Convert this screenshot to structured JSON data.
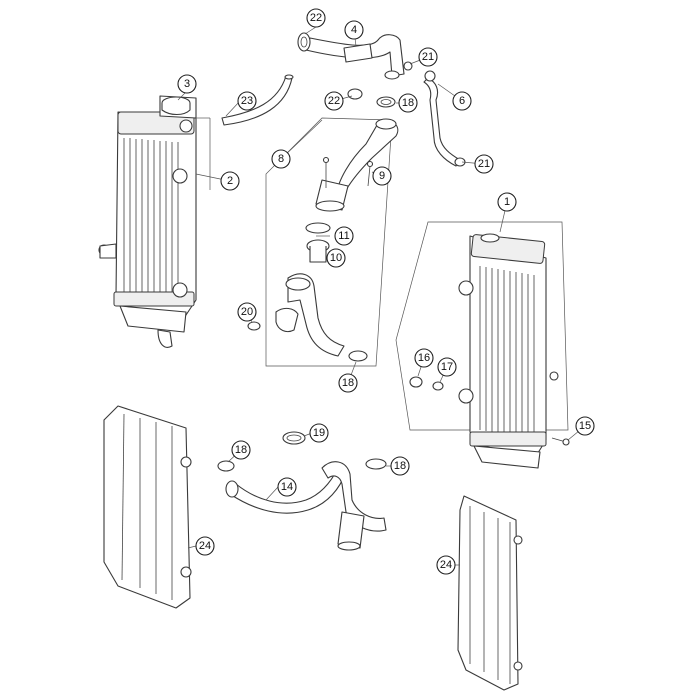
{
  "callouts": {
    "c1": "1",
    "c2": "2",
    "c3": "3",
    "c4": "4",
    "c6": "6",
    "c8": "8",
    "c9": "9",
    "c10": "10",
    "c11": "11",
    "c14": "14",
    "c15": "15",
    "c16": "16",
    "c17": "17",
    "c18a": "18",
    "c18b": "18",
    "c18c": "18",
    "c18d": "18",
    "c19": "19",
    "c20": "20",
    "c21a": "21",
    "c21b": "21",
    "c22a": "22",
    "c22b": "22",
    "c23": "23",
    "c24a": "24",
    "c24b": "24"
  }
}
